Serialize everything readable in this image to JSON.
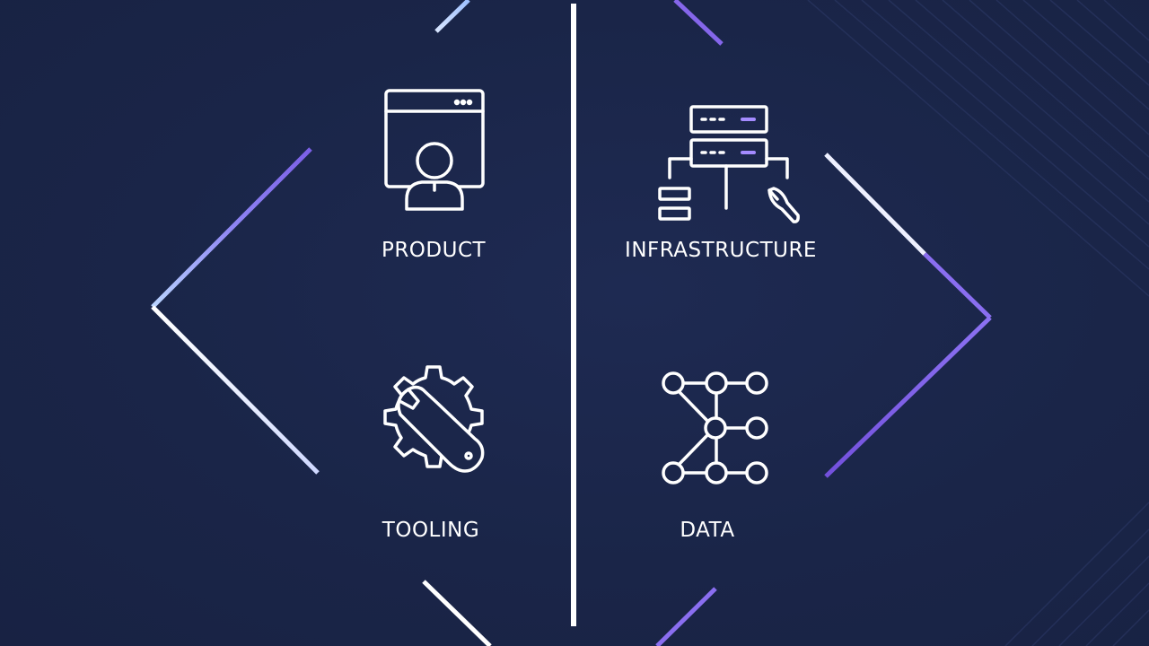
{
  "quadrants": {
    "product": {
      "label": "PRODUCT",
      "icon": "browser-user-icon"
    },
    "infrastructure": {
      "label": "INFRASTRUCTURE",
      "icon": "server-network-icon"
    },
    "tooling": {
      "label": "TOOLING",
      "icon": "gear-wrench-icon"
    },
    "data": {
      "label": "DATA",
      "icon": "node-graph-icon"
    }
  },
  "colors": {
    "background": "#1b264a",
    "line_white": "#ffffff",
    "line_purple": "#8b6cf0",
    "line_lavender": "#b7a6ff",
    "line_blue": "#a8c8ff"
  }
}
